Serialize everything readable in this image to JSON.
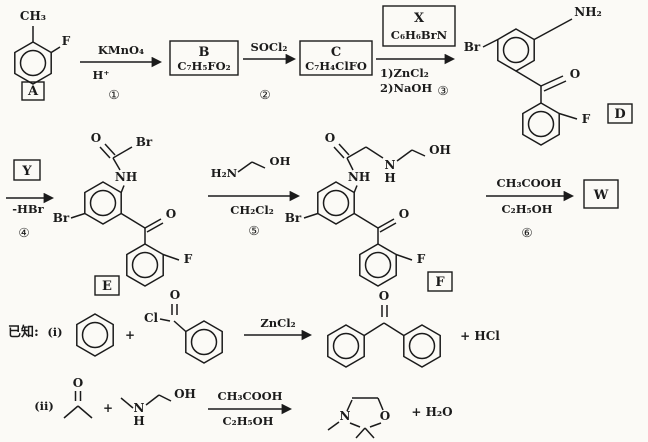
{
  "colors": {
    "ink": "#1b1b1b",
    "background": "#fbfaf6"
  },
  "scheme": {
    "a": {
      "label": "A",
      "ch3": "CH₃",
      "f": "F"
    },
    "step1": {
      "above": "KMnO₄",
      "below": "H⁺",
      "num": "①"
    },
    "b": {
      "label": "B",
      "formula": "C₇H₅FO₂"
    },
    "step2": {
      "above": "SOCl₂",
      "num": "②"
    },
    "c": {
      "label": "C",
      "formula": "C₇H₄ClFO"
    },
    "step3": {
      "x_label": "X",
      "x_formula": "C₆H₆BrN",
      "cond1": "1)ZnCl₂",
      "cond2": "2)NaOH",
      "num": "③"
    },
    "d": {
      "label": "D",
      "nh2": "NH₂",
      "br": "Br",
      "o": "O",
      "f": "F"
    },
    "step4": {
      "y_label": "Y",
      "cond": "-HBr",
      "num": "④"
    },
    "e": {
      "label": "E",
      "o_top": "O",
      "br_top": "Br",
      "nh": "NH",
      "br_left": "Br",
      "o_keto": "O",
      "f": "F"
    },
    "step5": {
      "amine_left": "H₂N",
      "amine_right": "OH",
      "solvent": "CH₂Cl₂",
      "num": "⑤"
    },
    "f": {
      "label": "F",
      "o_top": "O",
      "n_chain": "N",
      "h_chain": "H",
      "oh": "OH",
      "nh_amide": "NH",
      "br_left": "Br",
      "o_keto": "O",
      "f_atom": "F"
    },
    "step6": {
      "above": "CH₃COOH",
      "below": "C₂H₅OH",
      "num": "⑥"
    },
    "w": {
      "label": "W"
    }
  },
  "known": {
    "heading": "已知:",
    "i": {
      "label": "(i)",
      "plus": "+",
      "cl": "Cl",
      "o1": "O",
      "catalyst": "ZnCl₂",
      "o2": "O",
      "byproduct": "+ HCl"
    },
    "ii": {
      "label": "(ii)",
      "o1": "O",
      "plus": "+",
      "n": "N",
      "h": "H",
      "oh": "OH",
      "above": "CH₃COOH",
      "below": "C₂H₅OH",
      "ring_n": "N",
      "ring_o": "O",
      "byproduct": "+ H₂O"
    }
  }
}
